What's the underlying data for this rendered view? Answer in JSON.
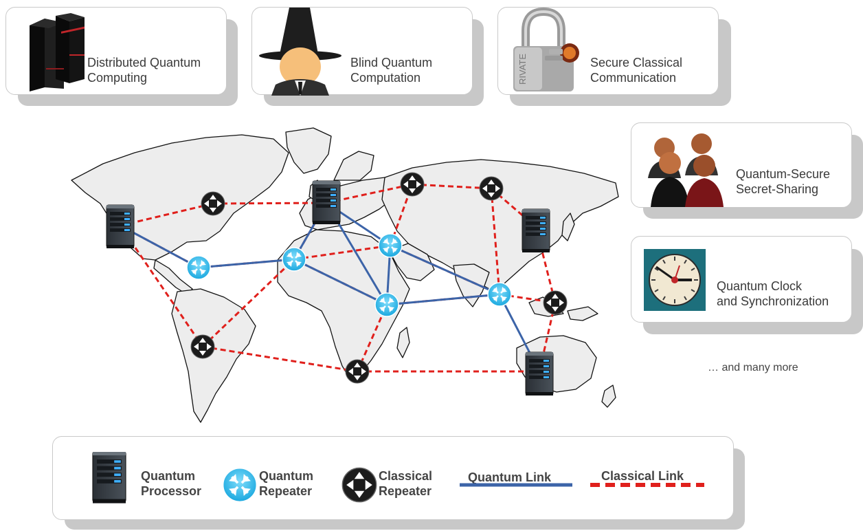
{
  "applications": [
    {
      "id": "dqc",
      "line1": "Distributed Quantum",
      "line2": "Computing",
      "icon": "server-tower-icon"
    },
    {
      "id": "bqc",
      "line1": "Blind Quantum",
      "line2": "Computation",
      "icon": "spy-icon"
    },
    {
      "id": "scc",
      "line1": "Secure Classical",
      "line2": "Communication",
      "icon": "padlock-icon"
    },
    {
      "id": "qss",
      "line1": "Quantum-Secure",
      "line2": "Secret-Sharing",
      "icon": "people-group-icon"
    },
    {
      "id": "qcs",
      "line1": "Quantum Clock",
      "line2": "and Synchronization",
      "icon": "clock-icon"
    }
  ],
  "more_text": "… and many more",
  "legend": {
    "processor": {
      "line1": "Quantum",
      "line2": "Processor"
    },
    "quantum_repeater": {
      "line1": "Quantum",
      "line2": "Repeater"
    },
    "classical_repeater": {
      "line1": "Classical",
      "line2": "Repeater"
    },
    "quantum_link": "Quantum Link",
    "classical_link": "Classical Link"
  },
  "colors": {
    "quantum_link": "#3c64a8",
    "classical_link": "#e0201c",
    "quantum_repeater": "#2ab6e8",
    "classical_repeater": "#1c1c1c",
    "map_land": "#ededed",
    "map_border": "#111111"
  }
}
